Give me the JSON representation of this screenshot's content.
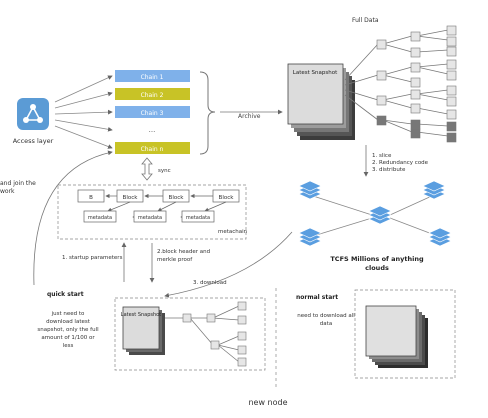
{
  "access_layer": {
    "label": "Access layer"
  },
  "chains": [
    {
      "label": "Chain 1",
      "color": "#7fb1ea"
    },
    {
      "label": "Chain 2",
      "color": "#c8c326"
    },
    {
      "label": "Chain 3",
      "color": "#7fb1ea"
    },
    {
      "label": "...",
      "color": "#ffffff"
    },
    {
      "label": "Chain n",
      "color": "#c8c326"
    }
  ],
  "archive_label": "Archive",
  "full_data": {
    "title": "Full Data",
    "snapshot_label": "Latest Snapshot"
  },
  "distribute_steps": [
    "1. slice",
    "2. Redundancy code",
    "3. distribute"
  ],
  "tcfs_label": [
    "TCFS Millions of anything",
    "clouds"
  ],
  "sync_label": "sync",
  "left_label": [
    "and join the",
    "work"
  ],
  "blockchain": {
    "blocks": [
      "B",
      "Block",
      "Block",
      "Block"
    ],
    "metadata": [
      "metadata",
      "metadata",
      "metadata"
    ],
    "metachain_label": "metachain"
  },
  "startup_label": "1. startup parameters",
  "block_header_label": [
    "2.block header and",
    "merkle proof"
  ],
  "download_label": "3. download",
  "quick_start": {
    "title": "quick start",
    "desc": [
      "just need to",
      "download latest",
      "snapshot, only the full",
      "amount of 1/100 or",
      "less"
    ],
    "snapshot_label": "Latest Snapshot"
  },
  "normal_start": {
    "title": "normal start",
    "desc": [
      "need to download all",
      "data"
    ]
  },
  "new_node_label": "new node",
  "colors": {
    "stroke": "#666666",
    "dark_gray": "#4a4a4a",
    "leaf_gray": "#e6e6e6",
    "leaf_dark": "#777777",
    "access_blue": "#5b9bd5",
    "stack_blue": "#5a9ee0"
  }
}
